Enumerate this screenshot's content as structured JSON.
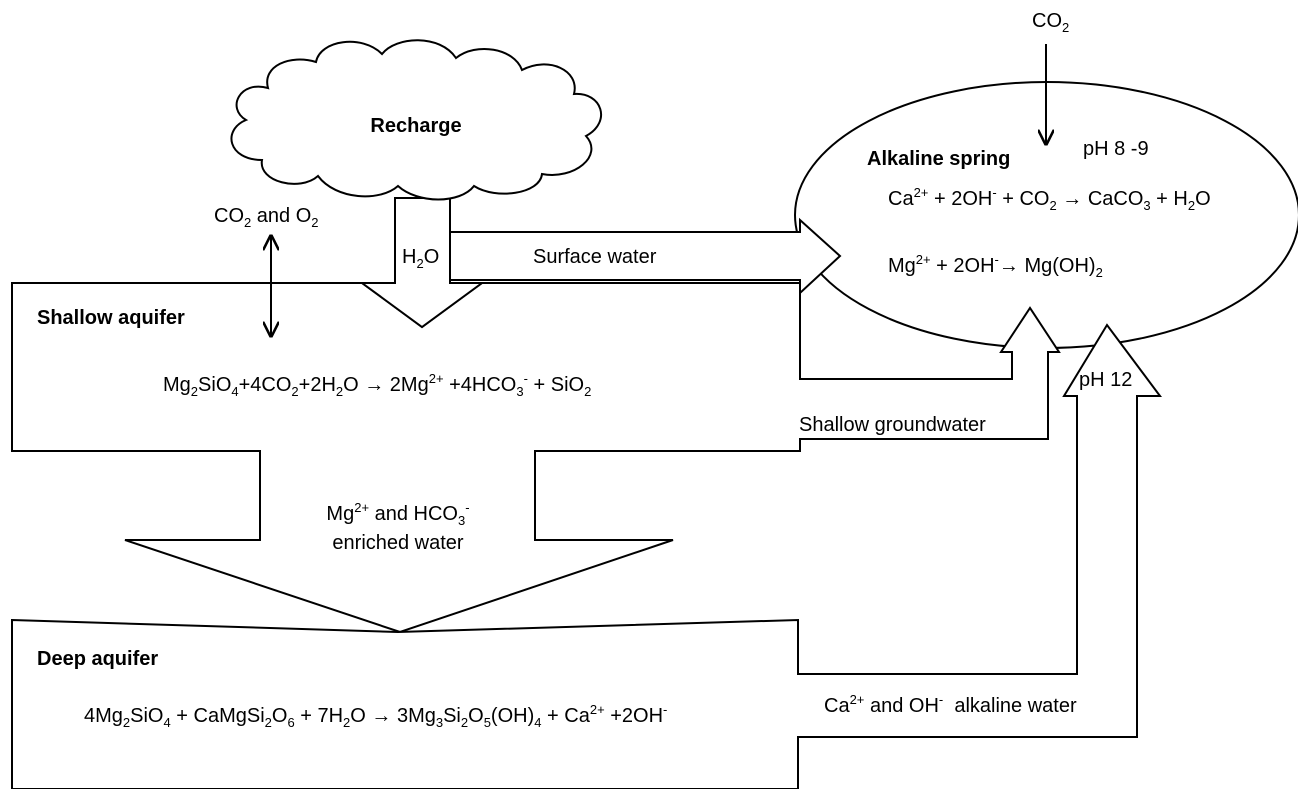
{
  "cloud_label": "Recharge",
  "co2_top": {
    "main": "CO",
    "sub": "2"
  },
  "co2_o2": {
    "a": "CO",
    "a_sub": "2",
    "mid": " and O",
    "b_sub": "2"
  },
  "h2o": {
    "a": "H",
    "a_sub": "2",
    "b": "O"
  },
  "surface_water": "Surface water",
  "shallow_aquifer": "Shallow aquifer",
  "shallow_groundwater": "Shallow groundwater",
  "alkaline_spring": "Alkaline spring",
  "ph_spring": "pH 8 -9",
  "ph_12": "pH 12",
  "enriched": {
    "mg": "Mg",
    "mg_sup": "2+",
    "and": " and HCO",
    "hco_sub": "3",
    "hco_sup": "-",
    "line2": "enriched water"
  },
  "deep_aquifer": "Deep aquifer",
  "alkaline_water": {
    "ca": "Ca",
    "ca_sup": "2+",
    "and": " and OH",
    "oh_sup": "-",
    "rest": "  alkaline water"
  },
  "eq_spring_1": {
    "p1": "Ca",
    "p1_sup": "2+",
    "p2": " + 2OH",
    "p2_sup": "-",
    "p3": " + CO",
    "p3_sub": "2",
    "p4": " → CaCO",
    "p4_sub": "3",
    "p5": " + H",
    "p5_sub": "2",
    "p6": "O"
  },
  "eq_spring_2": {
    "p1": "Mg",
    "p1_sup": "2+",
    "p2": " + 2OH",
    "p2_sup": "-",
    "p3": "→ Mg(OH)",
    "p3_sub": "2"
  },
  "eq_shallow": {
    "p1": "Mg",
    "p1_sub": "2",
    "p2": "SiO",
    "p2_sub": "4",
    "p3": "+4CO",
    "p3_sub": "2",
    "p4": "+2H",
    "p4_sub": "2",
    "p5": "O → 2Mg",
    "p5_sup": "2+",
    "p6": " +4HCO",
    "p6_sub": "3",
    "p6_sup": "-",
    "p7": " + SiO",
    "p7_sub": "2"
  },
  "eq_deep": {
    "p1": "4Mg",
    "p1_sub": "2",
    "p2": "SiO",
    "p2_sub": "4",
    "p3": " + CaMgSi",
    "p3_sub": "2",
    "p4": "O",
    "p4_sub": "6",
    "p5": " + 7H",
    "p5_sub": "2",
    "p6": "O → 3Mg",
    "p6_sub": "3",
    "p7": "Si",
    "p7_sub": "2",
    "p8": "O",
    "p8_sub": "5",
    "p9": "(OH)",
    "p9_sub": "4",
    "p10": " + Ca",
    "p10_sup": "2+",
    "p11": " +2OH",
    "p11_sup": "-"
  }
}
